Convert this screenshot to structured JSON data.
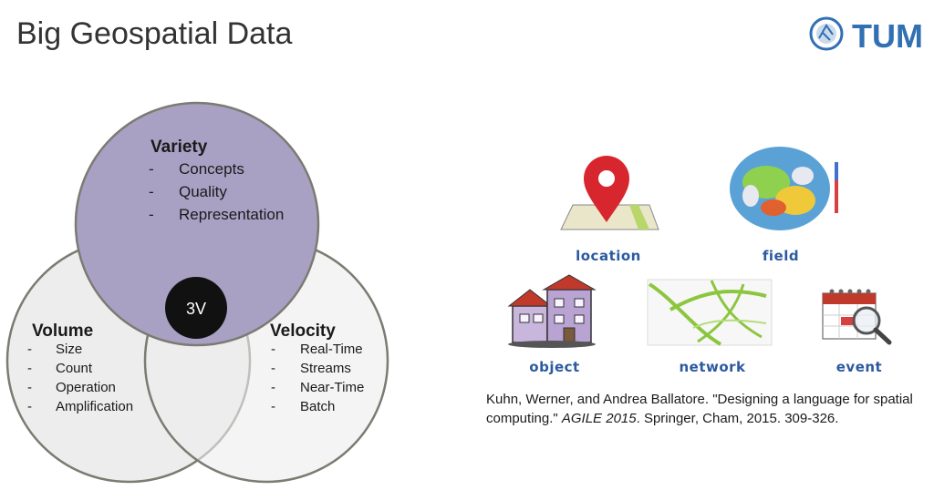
{
  "title": "Big Geospatial Data",
  "logo": {
    "text": "TUM",
    "emblem_icon": "tum-seal-icon",
    "color": "#3070b3"
  },
  "venn": {
    "center_label": "3V",
    "variety": {
      "title": "Variety",
      "items": [
        "Concepts",
        "Quality",
        "Representation"
      ],
      "color": "#a9a1c4"
    },
    "volume": {
      "title": "Volume",
      "items": [
        "Size",
        "Count",
        "Operation",
        "Amplification"
      ],
      "color": "#ededed"
    },
    "velocity": {
      "title": "Velocity",
      "items": [
        "Real-Time",
        "Streams",
        "Near-Time",
        "Batch"
      ],
      "color": "#ededed"
    },
    "bullet": "-"
  },
  "icons": {
    "location": "location",
    "field": "field",
    "object": "object",
    "network": "network",
    "event": "event"
  },
  "citation": {
    "part1": "Kuhn, Werner, and Andrea Ballatore. \"Designing a language for spatial computing.\" ",
    "venue": "AGILE 2015",
    "part2": ". Springer, Cham, 2015. 309-326."
  }
}
